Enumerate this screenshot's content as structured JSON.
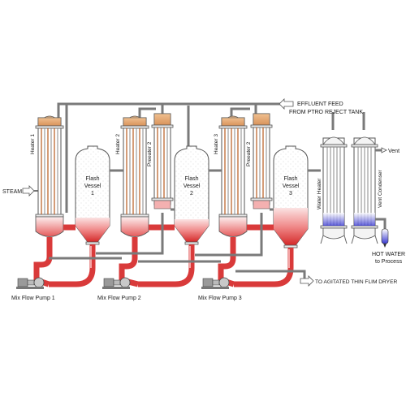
{
  "labels": {
    "effluent_feed_line1": "EFFLUENT FEED",
    "effluent_feed_line2": "FROM PTRO REJECT TANK",
    "steam": "STEAM",
    "heater_1": "Heater 1",
    "heater_2": "Heater 2",
    "heater_3": "Heater 3",
    "preheater_2a": "Preeater 2",
    "preheater_2b": "Preeater 2",
    "flash_vessel_1": [
      "Flash",
      "Vessel",
      "1"
    ],
    "flash_vessel_2": [
      "Flash",
      "Vessel",
      "2"
    ],
    "flash_vessel_3": [
      "Flash",
      "Vessel",
      "3"
    ],
    "water_heater": "Water Heater",
    "vent_condenser": "Vent Condenser",
    "vent": "Vent",
    "hot_water_line1": "HOT WATER",
    "hot_water_line2": "to Process",
    "pump_1": "Mix Flow Pump 1",
    "pump_2": "Mix Flow Pump 2",
    "pump_3": "Mix Flow Pump 3",
    "dryer": "TO AGITATED THIN FLIM DRYER"
  },
  "colors": {
    "liquid": "#e03a3a",
    "liquid_light": "#f7c4c4",
    "heater_top": "#e0a070",
    "pipe": "#7a7a7a",
    "cooling_water": "#3333cc"
  }
}
